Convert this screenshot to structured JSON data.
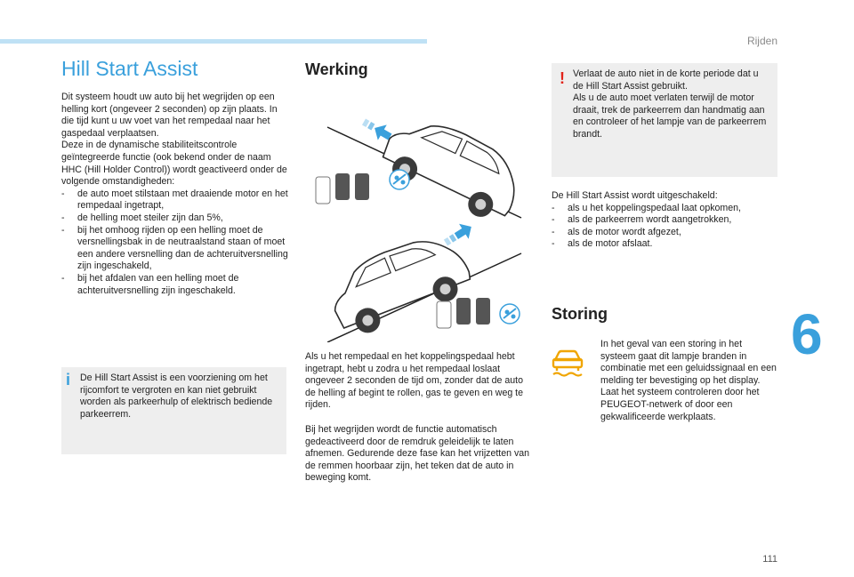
{
  "header": {
    "section": "Rijden"
  },
  "chapter": "6",
  "page_number": "111",
  "left_column": {
    "title": "Hill Start Assist",
    "intro": "Dit systeem houdt uw auto bij het wegrijden op een helling kort (ongeveer 2 seconden) op zijn plaats. In die tijd kunt u uw voet van het rempedaal naar het gaspedaal verplaatsen.",
    "activation_intro": "Deze in de dynamische stabiliteitscontrole geïntegreerde functie (ook bekend onder de naam HHC (Hill Holder Control)) wordt geactiveerd onder de volgende omstandigheden:",
    "conditions": [
      "de auto moet stilstaan met draaiende motor en het rempedaal ingetrapt,",
      "de helling moet steiler zijn dan 5%,",
      "bij het omhoog rijden op een helling moet de versnellingsbak in de neutraalstand staan of moet een andere versnelling dan de achteruitversnelling zijn ingeschakeld,",
      "bij het afdalen van een helling moet de achteruitversnelling zijn ingeschakeld."
    ],
    "info_box": {
      "mark": "i",
      "text": "De Hill Start Assist is een voorziening om het rijcomfort te vergroten en kan niet gebruikt worden als parkeerhulp of elektrisch bediende parkeerrem."
    }
  },
  "middle_column": {
    "heading": "Werking",
    "paragraph1": "Als u het rempedaal en het koppelingspedaal hebt ingetrapt, hebt u zodra u het rempedaal loslaat ongeveer 2 seconden de tijd om, zonder dat de auto de helling af begint te rollen, gas te geven en weg te rijden.",
    "paragraph2": "Bij het wegrijden wordt de functie automatisch gedeactiveerd door de remdruk geleidelijk te laten afnemen. Gedurende deze fase kan het vrijzetten van de remmen hoorbaar zijn, het teken dat de auto in beweging komt."
  },
  "right_column": {
    "warning_box": {
      "mark": "!",
      "line1": "Verlaat de auto niet in de korte periode dat u de Hill Start Assist gebruikt.",
      "line2": "Als u de auto moet verlaten terwijl de motor draait, trek de parkeerrem dan handmatig aan en controleer of het lampje van de parkeerrem brandt."
    },
    "deactivation_intro": "De Hill Start Assist wordt uitgeschakeld:",
    "deactivation_list": [
      "als u het koppelingspedaal laat opkomen,",
      "als de parkeerrem wordt aangetrokken,",
      "als de motor wordt afgezet,",
      "als de motor afslaat."
    ],
    "fault_heading": "Storing",
    "fault_text": "In het geval van een storing in het systeem gaat dit lampje branden in combinatie met een geluidssignaal en een melding ter bevestiging op het display. Laat het systeem controleren door het PEUGEOT-netwerk of door een gekwalificeerde werkplaats."
  },
  "icons": {
    "info": "info-icon",
    "warning": "warning-icon",
    "fault_lamp": "car-skid-warning-icon",
    "pedals": "pedals-icon",
    "hill_assist_badge": "hill-assist-icon"
  },
  "colors": {
    "accent_blue": "#3aa0dc",
    "top_bar": "#bfe1f5",
    "info_mark": "#3aa0dc",
    "warning_mark": "#e2231a",
    "fault_icon": "#f0a500",
    "box_bg": "#eeeeee"
  }
}
